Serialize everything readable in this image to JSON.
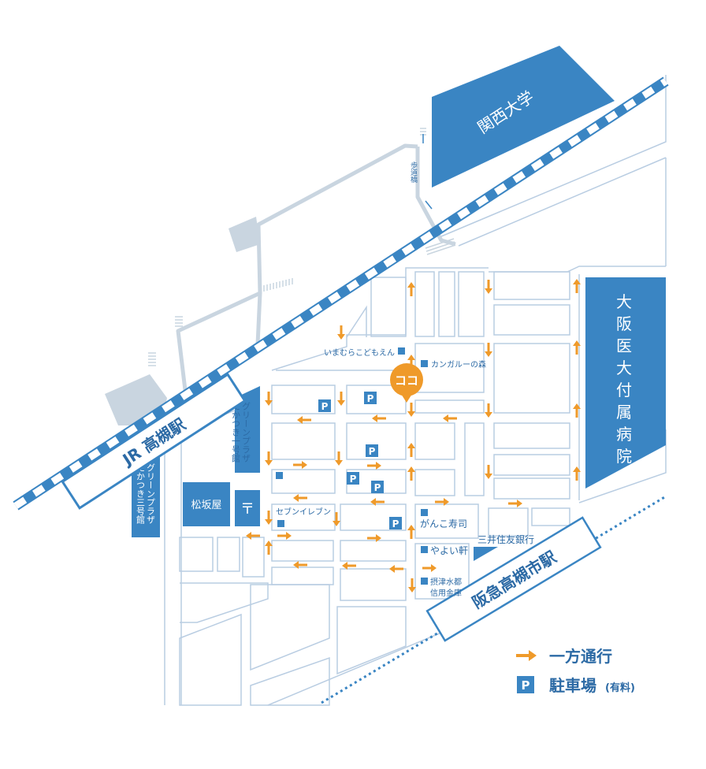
{
  "labels": {
    "kansai_univ": "関西大学",
    "hospital": "大阪医大付属病院",
    "jr_station": "JR 高槻駅",
    "hankyu_station": "阪急高槻市駅",
    "footbridge": "歩道橋",
    "green_plaza_1": "グリーンプラザ たかつき一号館",
    "green_plaza_3": "グリーンプラザ たかつき三号館",
    "matsuzakaya": "松坂屋",
    "post_office_mark": "〒",
    "here": "ココ",
    "imamura": "いまむらこどもえん",
    "kangaroo": "カンガルーの森",
    "seven_eleven": "セブンイレブン",
    "ganko": "がんこ寿司",
    "yayoiken": "やよい軒",
    "mitsui": "三井住友銀行",
    "settsu_1": "摂津水都",
    "settsu_2": "信用金庫",
    "parking_mark": "P"
  },
  "legend": {
    "one_way": "一方通行",
    "parking": "駐車場",
    "parking_note": "(有料)",
    "parking_mark": "P"
  },
  "colors": {
    "accent_blue": "#3a85c3",
    "road_line": "#b9cde2",
    "track_gray": "#c9d5e0",
    "arrow_orange": "#ef9a2a",
    "here_orange": "#ef9a2a"
  },
  "icons": {
    "arrow": "one-way-arrow-icon",
    "parking": "parking-icon",
    "here": "location-pin-icon",
    "post": "post-office-icon"
  }
}
